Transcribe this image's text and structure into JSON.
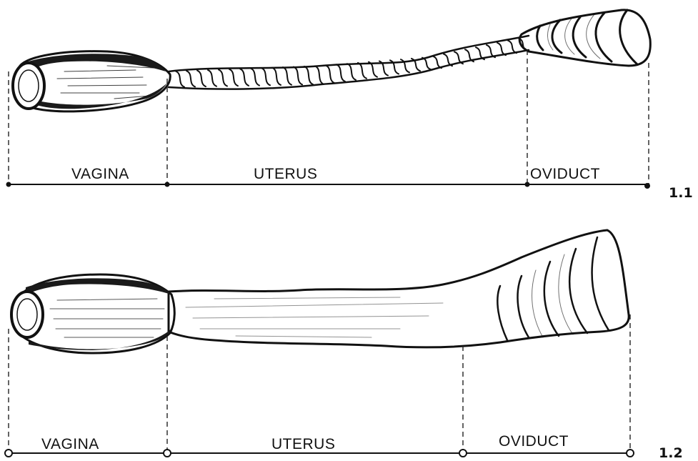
{
  "figures": [
    {
      "id": "1.1",
      "number": "1.1",
      "labels": {
        "vagina": "VAGINA",
        "uterus": "UTERUS",
        "oviduct": "OVIDUCT"
      }
    },
    {
      "id": "1.2",
      "number": "1.2",
      "labels": {
        "vagina": "VAGINA",
        "uterus": "UTERUS",
        "oviduct": "OVIDUCT"
      }
    }
  ]
}
